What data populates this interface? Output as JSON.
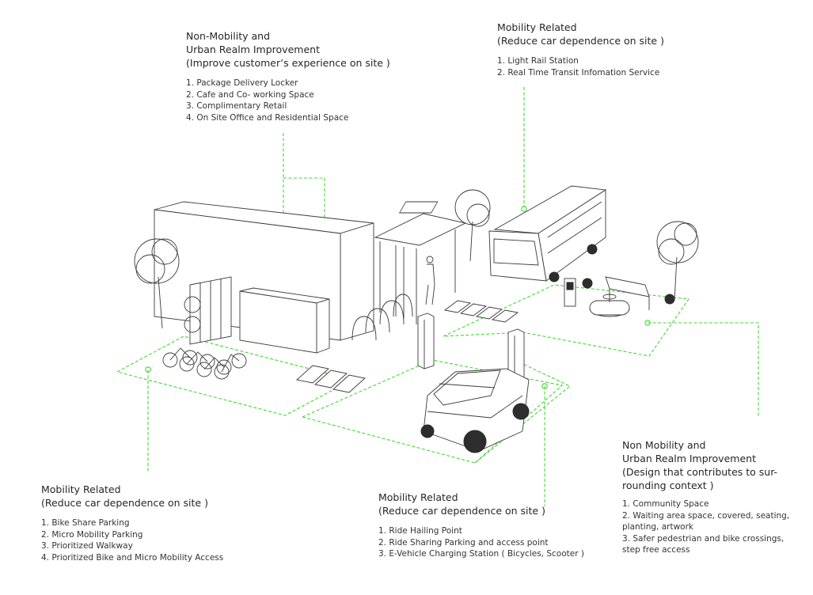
{
  "callouts": {
    "top_left": {
      "heading": "Non-Mobility and\nUrban Realm Improvement\n(Improve customer’s experience on site )",
      "items": [
        "1. Package Delivery Locker",
        "2. Cafe and Co- working Space",
        "3. Complimentary Retail",
        "4. On Site Office and Residential Space"
      ]
    },
    "top_right": {
      "heading": "Mobility Related\n(Reduce car dependence on site )",
      "items": [
        "1. Light Rail Station",
        "2. Real Time Transit Infomation Service"
      ]
    },
    "bottom_left": {
      "heading": "Mobility Related\n(Reduce car dependence on site )",
      "items": [
        "1. Bike Share Parking",
        "2. Micro Mobility Parking",
        "3. Prioritized Walkway",
        "4. Prioritized Bike and Micro Mobility Access"
      ]
    },
    "bottom_center": {
      "heading": "Mobility Related\n(Reduce car dependence on site )",
      "items": [
        "1. Ride Hailing Point",
        "2. Ride Sharing Parking and access point",
        "3. E-Vehicle Charging Station ( Bicycles, Scooter )"
      ]
    },
    "bottom_right": {
      "heading": "Non Mobility and\nUrban Realm Improvement\n(Design that contributes to sur-\nrounding context )",
      "items": [
        "1. Community Space",
        "2. Waiting area space, covered, seating,\nplanting, artwork",
        "3.  Safer pedestrian and bike crossings,\nstep free access"
      ]
    }
  },
  "colors": {
    "accent": "#3fdb2f",
    "ink": "#3a3a3a"
  }
}
